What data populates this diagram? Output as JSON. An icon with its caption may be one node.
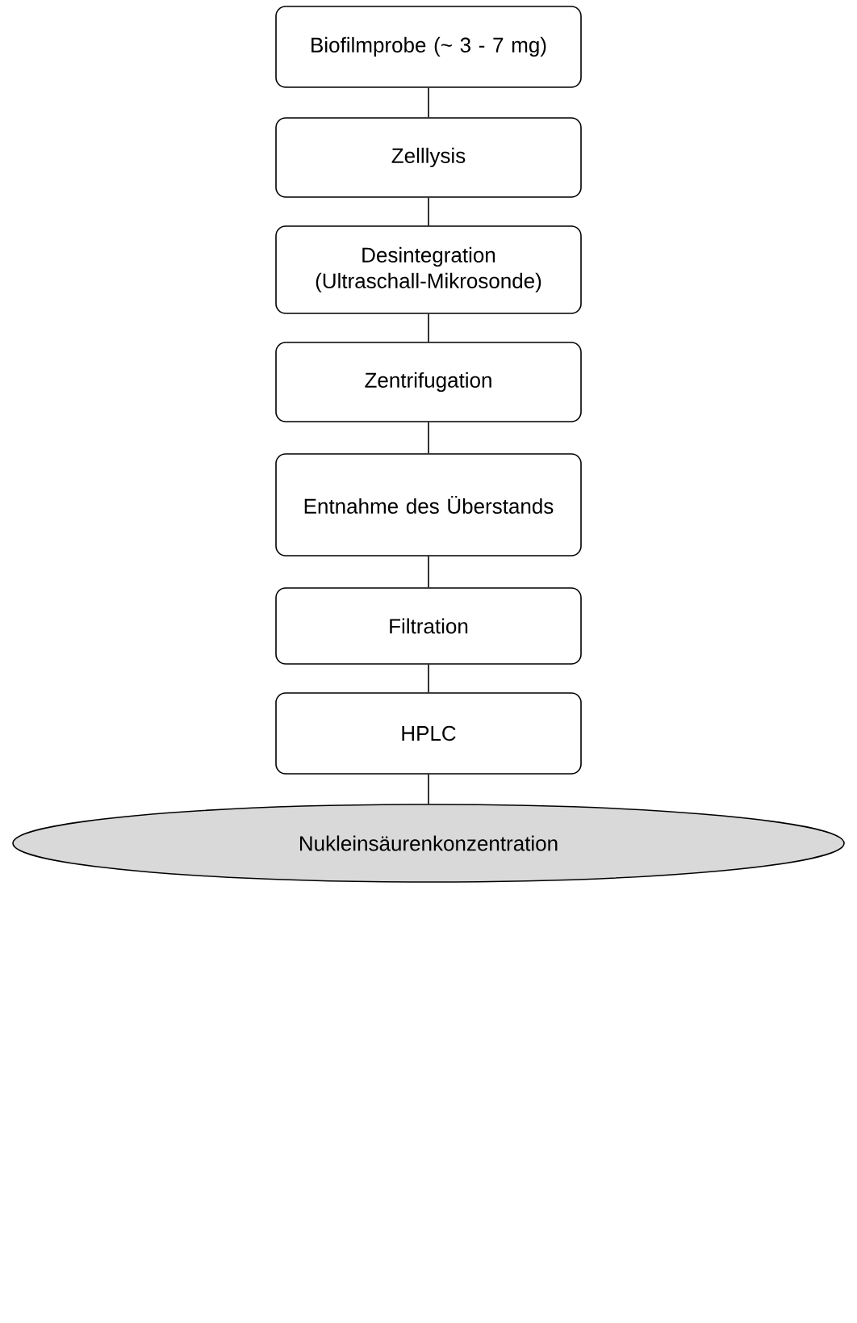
{
  "diagram": {
    "nodes": [
      {
        "text": [
          "Biofilmprobe (~ 3 - 7 mg)"
        ]
      },
      {
        "text": [
          "Zelllysis"
        ]
      },
      {
        "text": [
          "Desintegration (Ultraschall-Mikrosonde)"
        ]
      },
      {
        "text": [
          "Zentrifugation"
        ]
      },
      {
        "text": [
          "Entnahme des Überstands"
        ]
      },
      {
        "text": [
          "Filtration"
        ]
      },
      {
        "text": [
          "HPLC"
        ]
      },
      {
        "text": [
          "Nukleinsäurenkonzentration"
        ]
      }
    ],
    "edges": [
      {
        "from": 0,
        "to": 1,
        "arrow": "none"
      },
      {
        "from": 1,
        "to": 2,
        "arrow": "none"
      },
      {
        "from": 2,
        "to": 3,
        "arrow": "none"
      },
      {
        "from": 3,
        "to": 4,
        "arrow": "none"
      },
      {
        "from": 4,
        "to": 5,
        "arrow": "none"
      },
      {
        "from": 5,
        "to": 6,
        "arrow": "none"
      },
      {
        "from": 6,
        "to": 7,
        "arrow": "none"
      }
    ]
  }
}
